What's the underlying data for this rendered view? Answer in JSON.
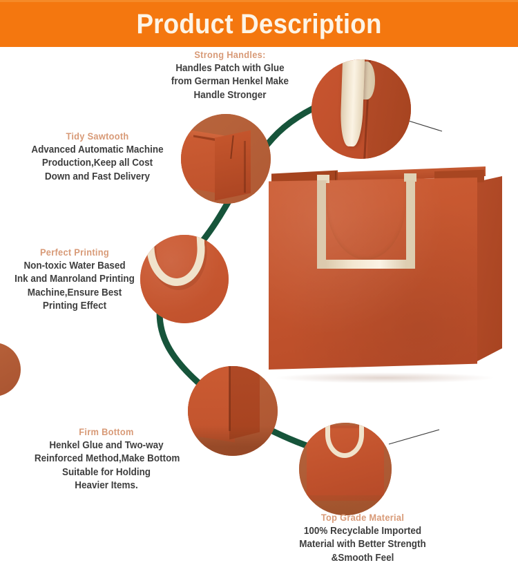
{
  "header": {
    "title": "Product Description",
    "background_color": "#f4770f",
    "text_color": "#fdf4e6"
  },
  "theme": {
    "heading_color": "#d89a77",
    "body_color": "#3e3e3e",
    "connector_color": "#16543a",
    "product_color": "#c5522d",
    "handle_color": "#f0e3cb"
  },
  "callouts": [
    {
      "id": "strong-handles",
      "heading": "Strong Handles:",
      "lines": [
        "Handles Patch with Glue",
        "from German Henkel Make",
        "Handle Stronger"
      ]
    },
    {
      "id": "tidy-sawtooth",
      "heading": "Tidy Sawtooth",
      "lines": [
        "Advanced Automatic Machine",
        "Production,Keep all Cost",
        "Down and Fast Delivery"
      ]
    },
    {
      "id": "perfect-printing",
      "heading": "Perfect Printing",
      "lines": [
        "Non-toxic Water Based",
        "Ink and Manroland Printing",
        "Machine,Ensure Best",
        "Printing Effect"
      ]
    },
    {
      "id": "firm-bottom",
      "heading": "Firm Bottom",
      "lines": [
        "Henkel Glue and Two-way",
        "Reinforced Method,Make Bottom",
        "Suitable for Holding",
        "Heavier Items."
      ]
    },
    {
      "id": "top-grade-material",
      "heading": "Top Grade Material",
      "lines": [
        "100% Recyclable Imported",
        "Material with Better Strength",
        "&Smooth Feel"
      ]
    }
  ],
  "insets": [
    {
      "id": "handles",
      "caption": "handle-strap-closeup"
    },
    {
      "id": "sawtooth",
      "caption": "bag-top-corner-closeup"
    },
    {
      "id": "printing",
      "caption": "printed-surface-handle-loop"
    },
    {
      "id": "bottom",
      "caption": "bag-bottom-corner-closeup"
    },
    {
      "id": "material",
      "caption": "full-bag-material-closeup"
    }
  ],
  "hero": {
    "name": "orange-paper-shopping-bag",
    "description": "Terracotta kraft paper shopping bag with cream cotton handles"
  }
}
